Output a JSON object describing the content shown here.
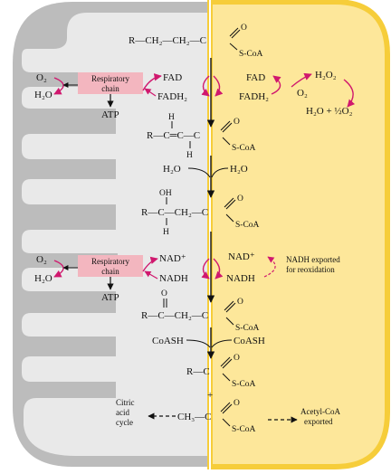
{
  "colors": {
    "mito_gray": "#bcbcbc",
    "mito_light": "#e9e9e9",
    "peroxisome_fill": "#fde79a",
    "peroxisome_border": "#f6cd3a",
    "respiratory_box": "#f3b6bf",
    "arrow_magenta": "#d0186e"
  },
  "labels": {
    "resp_chain_line1": "Respiratory",
    "resp_chain_line2": "chain",
    "o2": "O₂",
    "h2o": "H₂O",
    "atp": "ATP",
    "fad": "FAD",
    "fadh2": "FADH₂",
    "h2o2": "H₂O₂",
    "o2_right": "O₂",
    "h2o_half_o2": "H₂O + ½O₂",
    "nad": "NAD⁺",
    "nadh": "NADH",
    "nadh_exported_line1": "NADH exported",
    "nadh_exported_line2": "for reoxidation",
    "coash": "CoASH",
    "plus": "+",
    "citric_line1": "Citric",
    "citric_line2": "acid",
    "citric_line3": "cycle",
    "acetyl_line1": "Acetyl-CoA",
    "acetyl_line2": "exported"
  },
  "structures": {
    "s1_chain": "R—CH₂—CH₂—C",
    "s1_o": "O",
    "s1_scoa": "S-CoA",
    "s2_h": "H",
    "s2_chain": "R—C═C—C",
    "s2_o": "O",
    "s2_scoa": "S-CoA",
    "s3_oh": "OH",
    "s3_chain": "R—C—CH₂—C",
    "s3_h": "H",
    "s3_o": "O",
    "s3_scoa": "S-CoA",
    "s4_o_keto": "O",
    "s4_chain": "R—C—CH₂—C",
    "s4_o": "O",
    "s4_scoa": "S-CoA",
    "s5_chain": "R—C",
    "s5_o": "O",
    "s5_scoa": "S-CoA",
    "s6_chain": "CH₃—C",
    "s6_o": "O",
    "s6_scoa": "S-CoA"
  }
}
